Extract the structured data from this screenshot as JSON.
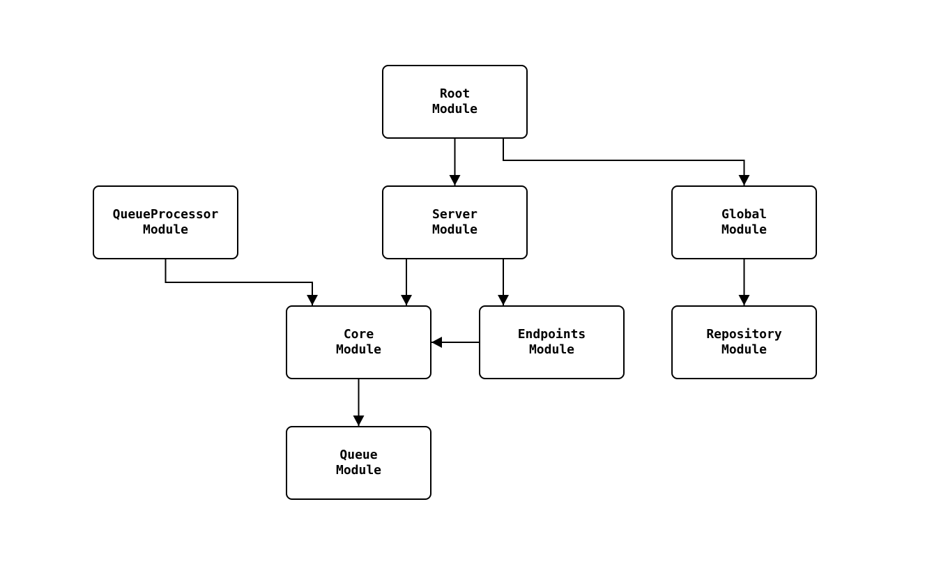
{
  "diagram": {
    "type": "module-dependency-graph",
    "nodes": [
      {
        "id": "root",
        "label": "Root\nModule"
      },
      {
        "id": "server",
        "label": "Server\nModule"
      },
      {
        "id": "queueprocessor",
        "label": "QueueProcessor\nModule"
      },
      {
        "id": "global",
        "label": "Global\nModule"
      },
      {
        "id": "core",
        "label": "Core\nModule"
      },
      {
        "id": "endpoints",
        "label": "Endpoints\nModule"
      },
      {
        "id": "repository",
        "label": "Repository\nModule"
      },
      {
        "id": "queue",
        "label": "Queue\nModule"
      }
    ],
    "edges": [
      {
        "from": "root",
        "to": "server"
      },
      {
        "from": "root",
        "to": "global"
      },
      {
        "from": "server",
        "to": "core"
      },
      {
        "from": "server",
        "to": "endpoints"
      },
      {
        "from": "queueprocessor",
        "to": "core"
      },
      {
        "from": "endpoints",
        "to": "core"
      },
      {
        "from": "global",
        "to": "repository"
      },
      {
        "from": "core",
        "to": "queue"
      }
    ]
  },
  "colors": {
    "background": "#ffffff",
    "node_fill": "#ffffff",
    "node_border": "#000000",
    "text_color": "#000000",
    "edge_color": "#000000"
  }
}
